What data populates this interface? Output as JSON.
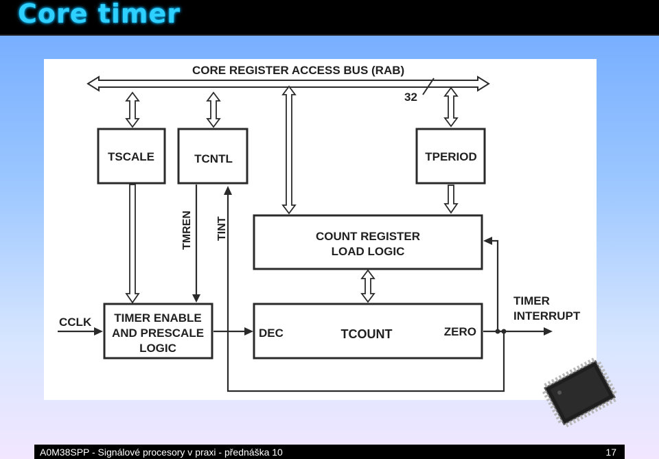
{
  "slide": {
    "title": "Core timer",
    "footer_text": "A0M38SPP - Signálové procesory v praxi - přednáška 10",
    "page_number": "17"
  },
  "diagram": {
    "bus_label": "CORE REGISTER ACCESS BUS (RAB)",
    "bus_width": "32",
    "blocks": {
      "tscale": "TSCALE",
      "tcntl": "TCNTL",
      "tperiod": "TPERIOD",
      "count_register_line1": "COUNT REGISTER",
      "count_register_line2": "LOAD LOGIC",
      "timer_enable_line1": "TIMER ENABLE",
      "timer_enable_line2": "AND PRESCALE",
      "timer_enable_line3": "LOGIC",
      "tcount_dec": "DEC",
      "tcount": "TCOUNT",
      "tcount_zero": "ZERO"
    },
    "signals": {
      "tmren": "TMREN",
      "tint": "TINT",
      "cclk": "CCLK",
      "timer_interrupt_line1": "TIMER",
      "timer_interrupt_line2": "INTERRUPT"
    },
    "colors": {
      "lines": "#2A2A2A",
      "text": "#202020",
      "background": "#FFFFFF"
    }
  }
}
